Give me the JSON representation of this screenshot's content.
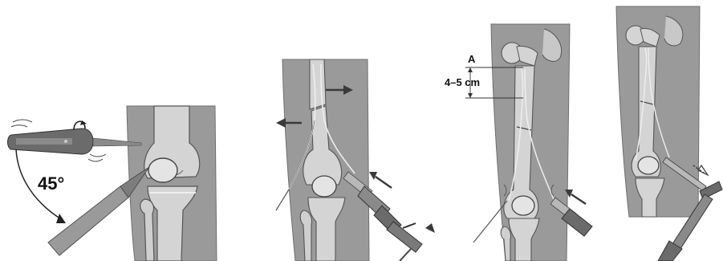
{
  "panels": [
    {
      "id": "panel-1",
      "annotation": "45°"
    },
    {
      "id": "panel-2"
    },
    {
      "id": "panel-3",
      "point_label": "A",
      "distance_label": "4–5 cm"
    },
    {
      "id": "panel-4"
    }
  ],
  "colors": {
    "leg_fill": "#9a9a9a",
    "leg_edge": "#6f6f6f",
    "bone_fill": "#d4d4d4",
    "bone_edge": "#555555",
    "bone_highlight": "#eeeeee",
    "instrument_dark": "#6b6b6b",
    "instrument_light": "#b8b8b8",
    "arrow": "#3a3a3a",
    "canal_line": "#eeeeee",
    "text": "#111111"
  }
}
